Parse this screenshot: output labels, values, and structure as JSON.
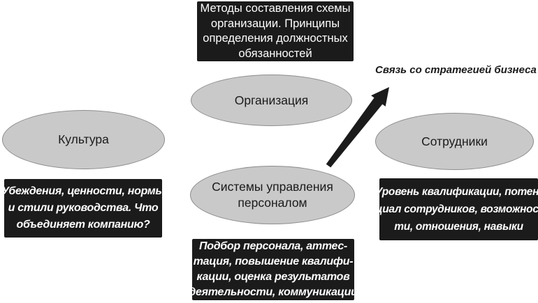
{
  "diagram": {
    "arrow_label": "Связь со стратегией бизнеса",
    "ellipses": {
      "organization": {
        "label": "Организация"
      },
      "culture": {
        "label": "Культура"
      },
      "employees": {
        "label": "Сотрудники"
      },
      "hr_systems": {
        "lines": [
          "Системы управления",
          "персоналом"
        ]
      }
    },
    "boxes": {
      "top": {
        "lines": [
          "Методы составления схемы",
          "организации. Принципы",
          "определения должностных",
          "обязанностей"
        ]
      },
      "left": {
        "lines": [
          "Убеждения, ценности, нормы",
          "и стили руководства. Что",
          "объединяет компанию?"
        ]
      },
      "right": {
        "lines": [
          "Уровень квалификации, потен-",
          "циал сотрудников, возможнос-",
          "ти, отношения, навыки"
        ]
      },
      "bottom": {
        "lines": [
          "Подбор персонала, аттес-",
          "тация, повышение квалифи-",
          "кации, оценка результатов",
          "деятельности, коммуникации"
        ]
      }
    },
    "colors": {
      "background": "#ffffff",
      "box_bg": "#1b1b1b",
      "box_text": "#ffffff",
      "ellipse_fill": "#c9c9c9",
      "ellipse_border": "#8c8c8c",
      "arrow": "#1b1b1b",
      "label_text": "#1a1a1a"
    }
  }
}
